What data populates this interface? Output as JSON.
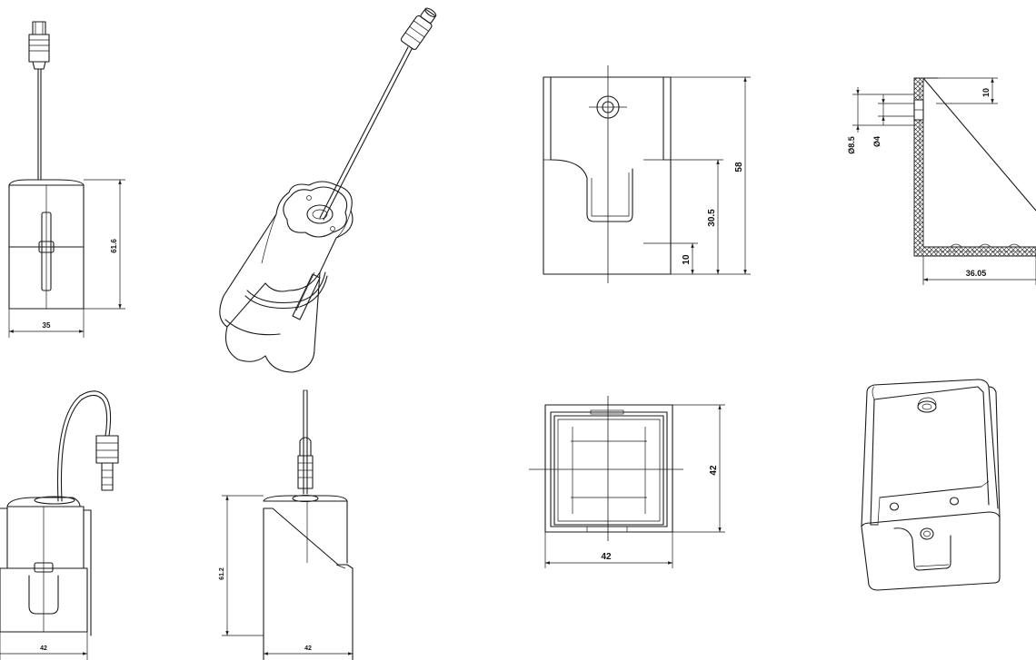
{
  "dimensions": {
    "view1_width": "35",
    "view1_height": "61.6",
    "view3_height": "58",
    "view3_mid": "30.5",
    "view3_low": "10",
    "view4_outer_dia": "Ø8.5",
    "view4_inner_dia": "Ø4",
    "view4_top": "10",
    "view4_width": "36.05",
    "view5_width": "42",
    "view6_height": "61.2",
    "view6_width": "42",
    "view7_width": "42",
    "view7_height": "42"
  }
}
